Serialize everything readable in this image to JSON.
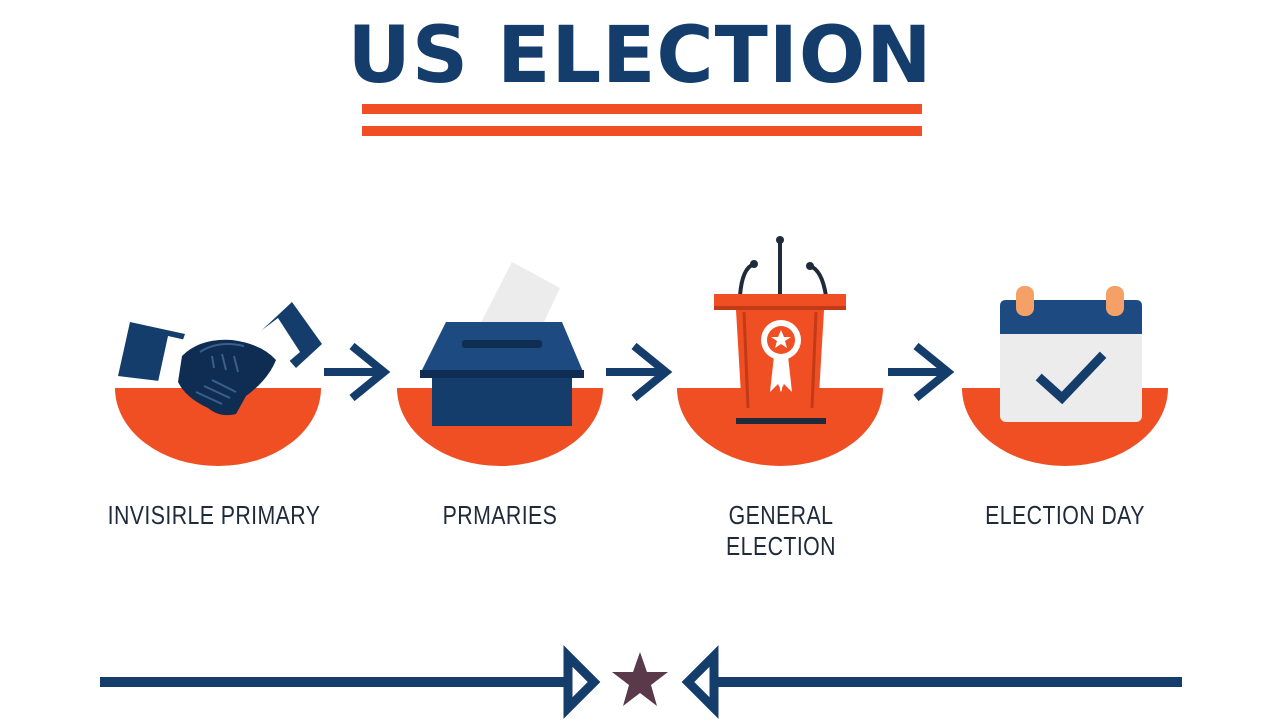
{
  "title": "US ELECTION",
  "stages": [
    {
      "label": "INVISIRLE PRIMARY",
      "icon": "handshake-icon"
    },
    {
      "label": "PRMARIES",
      "icon": "ballot-box-icon"
    },
    {
      "label": "GENERAL ELECTION",
      "icon": "podium-icon"
    },
    {
      "label": "ELECTION DAY",
      "icon": "calendar-check-icon"
    }
  ],
  "colors": {
    "navy": "#143d6b",
    "orange": "#f04e23",
    "star": "#5a3a4a",
    "paper": "#ececec"
  }
}
